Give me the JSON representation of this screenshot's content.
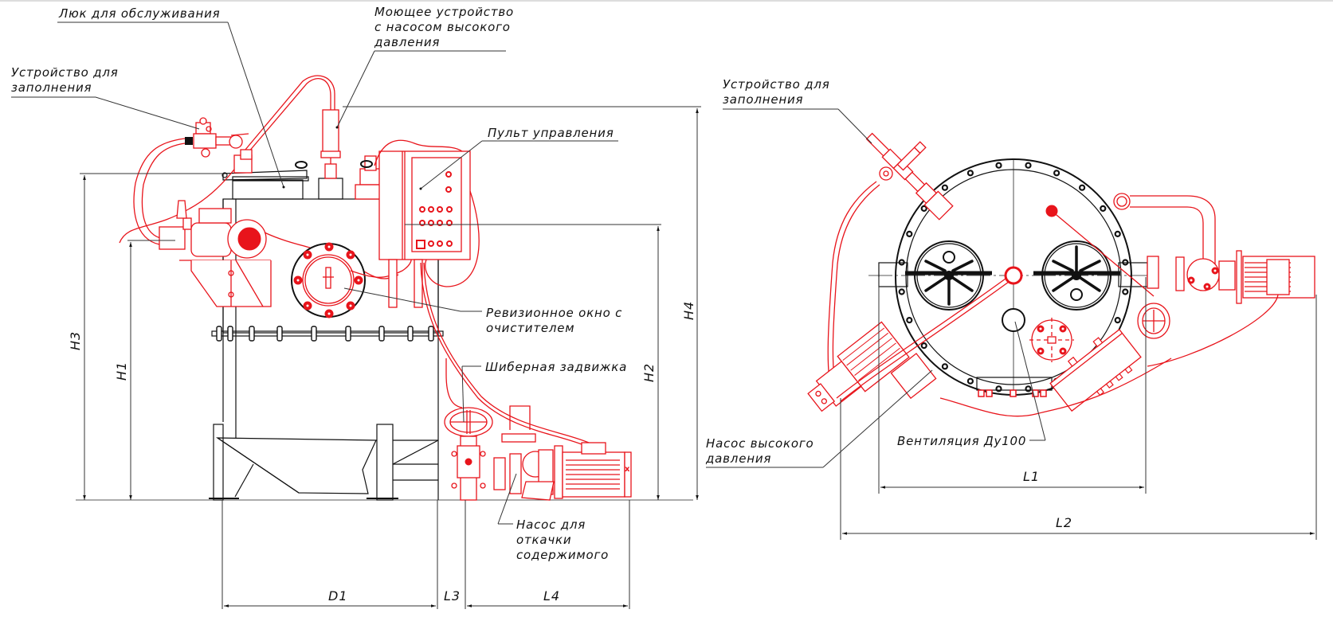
{
  "drawing": {
    "title": "Оборудование — общий вид (вид сбоку и вид сверху)",
    "colors": {
      "equipment": "#e8141b",
      "structure": "#111111",
      "background": "#ffffff"
    }
  },
  "side_view": {
    "callouts": {
      "service_hatch": "Люк для обслуживания",
      "washer_line1": "Моющее устройство",
      "washer_line2": "с насосом высокого",
      "washer_line3": "давления",
      "fill_device_line1": "Устройство для",
      "fill_device_line2": "заполнения",
      "control_panel": "Пульт управления",
      "inspection_window_line1": "Ревизионное окно с",
      "inspection_window_line2": "очистителем",
      "gate_valve": "Шиберная задвижка",
      "drain_pump_line1": "Насос для",
      "drain_pump_line2": "откачки",
      "drain_pump_line3": "содержимого"
    },
    "dimensions": {
      "h1": "H1",
      "h2": "H2",
      "h3": "H3",
      "h4": "H4",
      "d1": "D1",
      "l3": "L3",
      "l4": "L4"
    }
  },
  "top_view": {
    "callouts": {
      "fill_device_line1": "Устройство для",
      "fill_device_line2": "заполнения",
      "hp_pump_line1": "Насос высокого",
      "hp_pump_line2": "давления",
      "ventilation": "Вентиляция Ду100"
    },
    "dimensions": {
      "l1": "L1",
      "l2": "L2"
    }
  }
}
